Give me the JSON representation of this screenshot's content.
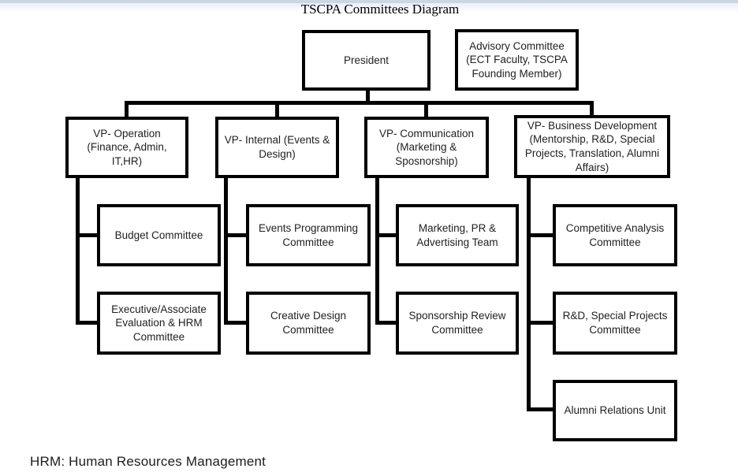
{
  "diagram": {
    "title": "TSCPA Committees Diagram",
    "footnote": "HRM: Human Resources Management",
    "type": "org-chart",
    "colors": {
      "box_border": "#000000",
      "connector": "#000000",
      "text": "#1f1f1f",
      "background": "#ffffff",
      "top_strip": "#ccd7e3"
    },
    "nodes": {
      "president": {
        "label": "President",
        "parent": null
      },
      "advisory": {
        "label": "Advisory Committee (ECT Faculty, TSCPA Founding Member)",
        "parent": null
      },
      "vp_operation": {
        "label": "VP- Operation (Finance, Admin, IT,HR)",
        "parent": "president"
      },
      "vp_internal": {
        "label": "VP- Internal (Events & Design)",
        "parent": "president"
      },
      "vp_communication": {
        "label": "VP- Communication (Marketing & Sposnorship)",
        "parent": "president"
      },
      "vp_business": {
        "label": "VP- Business Development (Mentorship, R&D, Special Projects, Translation, Alumni Affairs)",
        "parent": "president"
      },
      "budget": {
        "label": "Budget Committee",
        "parent": "vp_operation"
      },
      "executive": {
        "label": "Executive/Associate Evaluation & HRM Committee",
        "parent": "vp_operation"
      },
      "events": {
        "label": "Events Programming Committee",
        "parent": "vp_internal"
      },
      "creative": {
        "label": "Creative Design Committee",
        "parent": "vp_internal"
      },
      "marketing": {
        "label": "Marketing, PR & Advertising Team",
        "parent": "vp_communication"
      },
      "sponsorship": {
        "label": "Sponsorship Review Committee",
        "parent": "vp_communication"
      },
      "competitive": {
        "label": "Competitive Analysis Committee",
        "parent": "vp_business"
      },
      "rd": {
        "label": "R&D, Special Projects Committee",
        "parent": "vp_business"
      },
      "alumni": {
        "label": "Alumni Relations Unit",
        "parent": "vp_business"
      }
    }
  }
}
